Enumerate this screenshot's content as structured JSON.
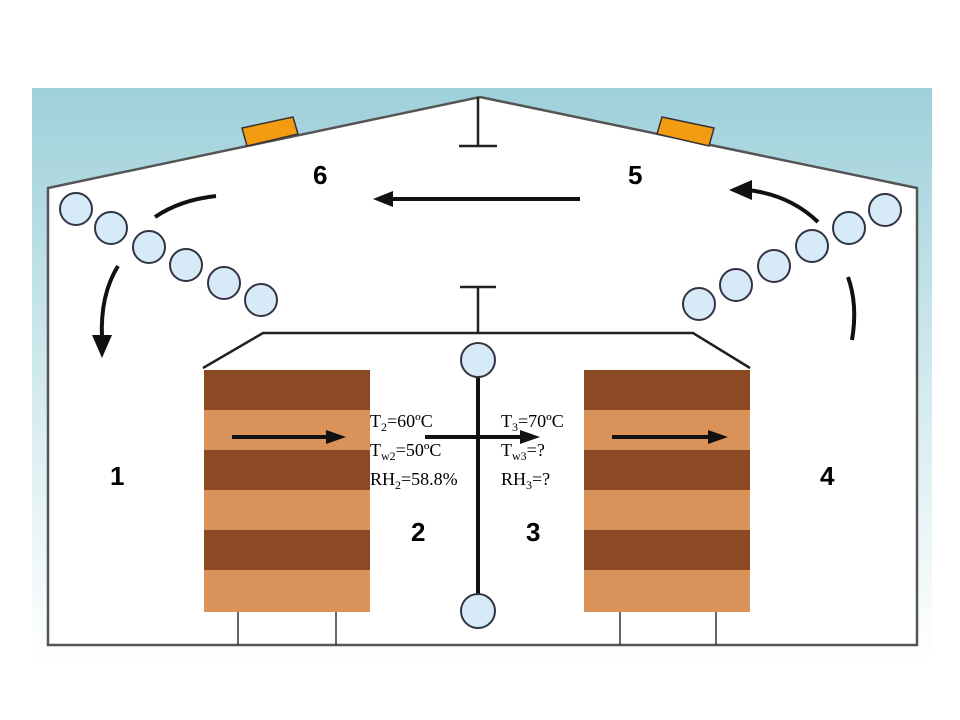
{
  "diagram": {
    "zones": [
      {
        "id": "zone-1",
        "label": "1"
      },
      {
        "id": "zone-2",
        "label": "2"
      },
      {
        "id": "zone-3",
        "label": "3"
      },
      {
        "id": "zone-4",
        "label": "4"
      },
      {
        "id": "zone-5",
        "label": "5"
      },
      {
        "id": "zone-6",
        "label": "6"
      }
    ],
    "conditions_zone_2": {
      "t_main": "T",
      "t_sub": "2",
      "t_val": "=60ºC",
      "tw_main": "T",
      "tw_sub": "w2",
      "tw_val": "=50ºC",
      "rh_main": "RH",
      "rh_sub": "2",
      "rh_val": "=58.8%"
    },
    "conditions_zone_3": {
      "t_main": "T",
      "t_sub": "3",
      "t_val": "=70ºC",
      "tw_main": "T",
      "tw_sub": "w3",
      "tw_val": "=?",
      "rh_main": "RH",
      "rh_sub": "3",
      "rh_val": "=?"
    }
  },
  "colors": {
    "frame_gradient_top": "#9fd0da",
    "frame_gradient_bottom": "#ffffff",
    "vent": "#f39c12",
    "lumber_dark": "#8b4a24",
    "lumber_light": "#d9925a",
    "fan": "#d6ebf7"
  }
}
